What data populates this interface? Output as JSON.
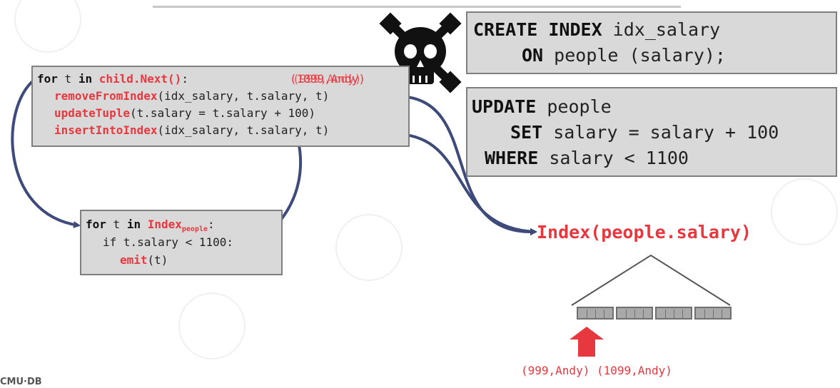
{
  "sql_create": {
    "line1_kw": "CREATE INDEX",
    "line1_rest": " idx_salary",
    "line2_kw": "ON",
    "line2_rest": " people (salary);"
  },
  "sql_update": {
    "line1_kw": "UPDATE",
    "line1_rest": " people",
    "line2_kw": "SET",
    "line2_rest": " salary = salary + 100",
    "line3_kw": "WHERE",
    "line3_rest": " salary < 1100"
  },
  "update_op": {
    "for_kw": "for",
    "for_mid": " t ",
    "in_kw": "in",
    "child_next": "child.Next()",
    "colon": ":",
    "tuple_label": "(1099,Andy)",
    "tuple_overlap": "(999,Andy)",
    "remove_fn": "removeFromIndex",
    "remove_args": "(idx_salary, t.salary, t)",
    "update_fn": "updateTuple",
    "update_args": "(t.salary = t.salary + 100)",
    "insert_fn": "insertIntoIndex",
    "insert_args": "(idx_salary, t.salary, t)"
  },
  "scan_op": {
    "for_kw": "for",
    "for_mid": " t ",
    "in_kw": "in",
    "index_name": "Index",
    "index_sub": "people",
    "colon": ":",
    "if_line": "if t.salary < 1100:",
    "emit_fn": "emit",
    "emit_args": "(t)"
  },
  "index_label": "Index(people.salary)",
  "leaf_tuples": "(999,Andy) (1099,Andy)",
  "footer": "CMU·DB",
  "colors": {
    "accent": "#e8383f",
    "box": "#d9d9d9",
    "arrow": "#3d4a7a"
  }
}
